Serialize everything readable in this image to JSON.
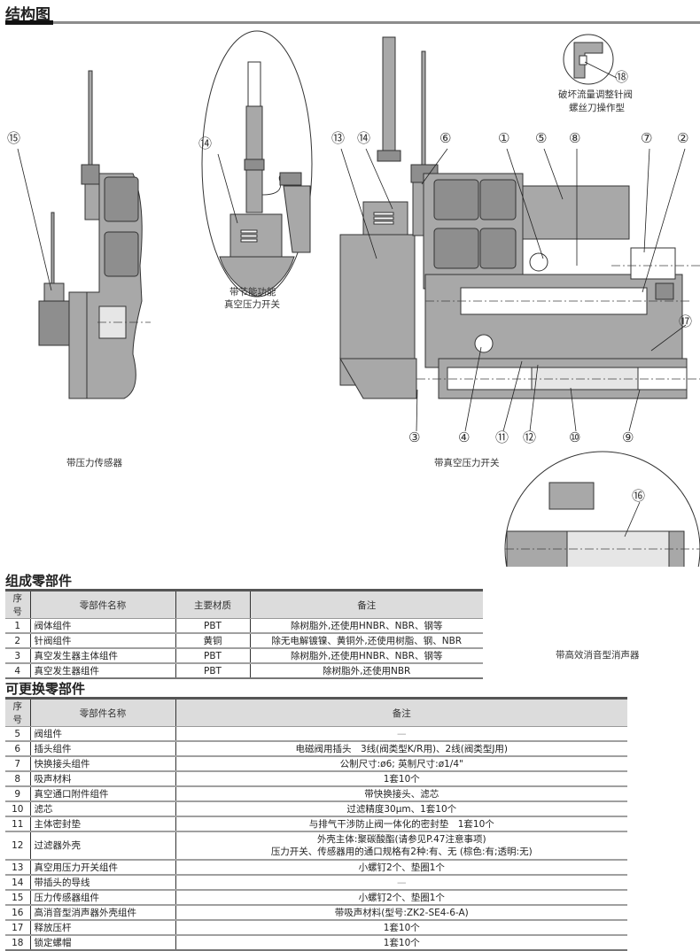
{
  "structure": {
    "title": "结构图",
    "captions": {
      "pressure_sensor": "带压力传感器",
      "energy_saving_switch_line1": "带节能功能",
      "energy_saving_switch_line2": "真空压力开关",
      "vacuum_switch": "带真空压力开关",
      "needle_valve_line1": "破坏流量调整针阀",
      "needle_valve_line2": "螺丝刀操作型",
      "silencer": "带高效消音型消声器"
    },
    "callouts": [
      "①",
      "②",
      "③",
      "④",
      "⑤",
      "⑥",
      "⑦",
      "⑧",
      "⑨",
      "⑩",
      "⑪",
      "⑫",
      "⑬",
      "⑭",
      "⑮",
      "⑯",
      "⑰",
      "⑱"
    ]
  },
  "components": {
    "title": "组成零部件",
    "headers": [
      "序号",
      "零部件名称",
      "主要材质",
      "备注"
    ],
    "rows": [
      {
        "no": "1",
        "name": "阀体组件",
        "material": "PBT",
        "note": "除树脂外,还使用HNBR、NBR、钢等"
      },
      {
        "no": "2",
        "name": "针阀组件",
        "material": "黄铜",
        "note": "除无电解镀镍、黄铜外,还使用树脂、钢、NBR"
      },
      {
        "no": "3",
        "name": "真空发生器主体组件",
        "material": "PBT",
        "note": "除树脂外,还使用HNBR、NBR、钢等"
      },
      {
        "no": "4",
        "name": "真空发生器组件",
        "material": "PBT",
        "note": "除树脂外,还使用NBR"
      }
    ]
  },
  "replacement": {
    "title": "可更换零部件",
    "headers": [
      "序号",
      "零部件名称",
      "备注"
    ],
    "rows": [
      {
        "no": "5",
        "name": "阀组件",
        "note": "—"
      },
      {
        "no": "6",
        "name": "插头组件",
        "note": "电磁阀用插头　3线(阀类型K/R用)、2线(阀类型J用)"
      },
      {
        "no": "7",
        "name": "快换接头组件",
        "note": "公制尺寸:ø6;  英制尺寸:ø1/4\""
      },
      {
        "no": "8",
        "name": "吸声材料",
        "note": "1套10个"
      },
      {
        "no": "9",
        "name": "真空通口附件组件",
        "note": "带快换接头、滤芯"
      },
      {
        "no": "10",
        "name": "滤芯",
        "note": "过滤精度30μm、1套10个"
      },
      {
        "no": "11",
        "name": "主体密封垫",
        "note": "与排气干涉防止阀一体化的密封垫　1套10个"
      },
      {
        "no": "12",
        "name": "过滤器外壳",
        "note": "外壳主体:聚碳酸酯(请参见P.47注意事项)",
        "note2": "压力开关、传感器用的通口规格有2种:有、无 (棕色:有;透明:无)"
      },
      {
        "no": "13",
        "name": "真空用压力开关组件",
        "note": "小螺钉2个、垫圈1个"
      },
      {
        "no": "14",
        "name": "带插头的导线",
        "note": "—"
      },
      {
        "no": "15",
        "name": "压力传感器组件",
        "note": "小螺钉2个、垫圈1个"
      },
      {
        "no": "16",
        "name": "高消音型消声器外壳组件",
        "note": "带吸声材料(型号:ZK2-SE4-6-A)"
      },
      {
        "no": "17",
        "name": "释放压杆",
        "note": "1套10个"
      },
      {
        "no": "18",
        "name": "锁定螺帽",
        "note": "1套10个"
      }
    ]
  }
}
